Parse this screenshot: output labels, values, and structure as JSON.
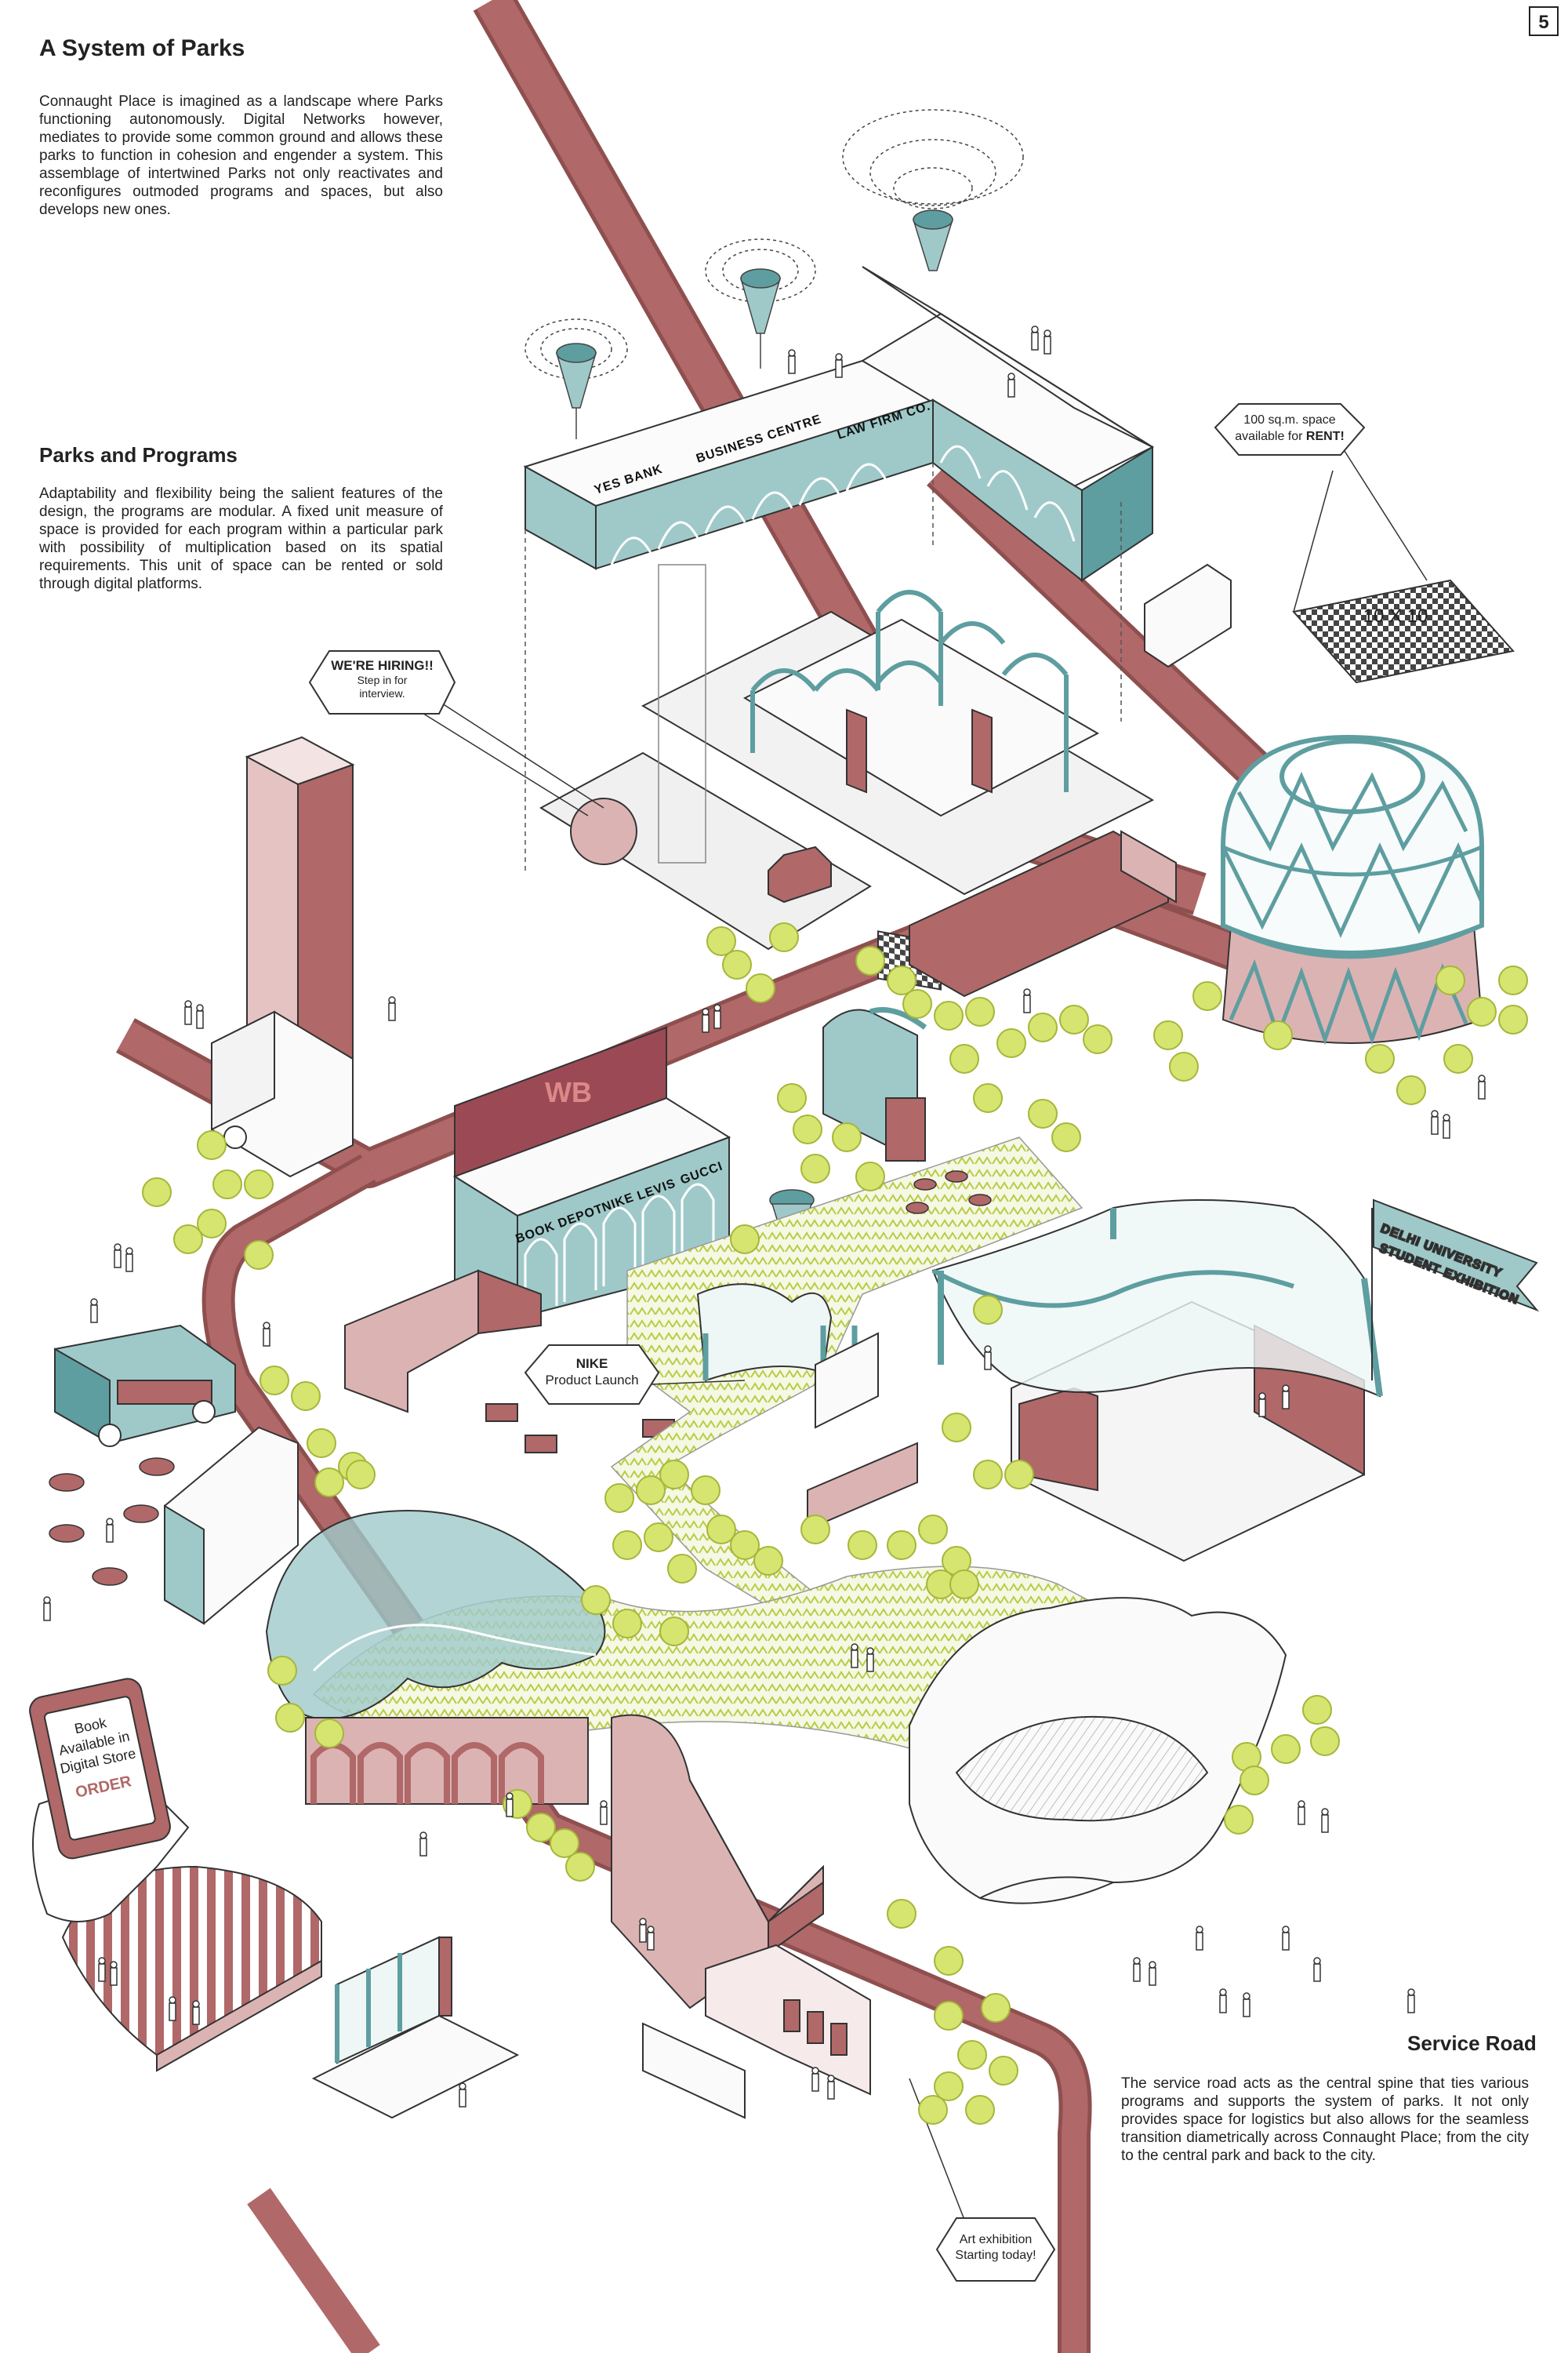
{
  "page_number": "5",
  "title": "A System of Parks",
  "intro": "Connaught Place is imagined as a landscape where Parks functioning autonomously. Digital Networks however, mediates to provide some common ground and allows these parks to function in cohesion and engender a system. This assemblage of intertwined Parks not only reactivates and reconfigures outmoded programs and spaces, but also develops new ones.",
  "parks_heading": "Parks and Programs",
  "parks_text": "Adaptability and flexibility being the salient features of the design, the programs are modular. A fixed unit measure of space is provided for each program within a particular park with possibility of multiplication based on its spatial requirements. This unit of space can be rented or sold through digital platforms.",
  "service_heading": "Service Road",
  "service_text": "The service road acts as the central spine that ties various programs and supports the system of parks. It not only provides space for logistics but also allows for the seamless transition diametrically across Connaught Place; from the city to the central park and back to the city.",
  "callouts": {
    "hiring_title": "WE'RE HIRING!!",
    "hiring_sub1": "Step in for",
    "hiring_sub2": "interview.",
    "rent_line1": "100 sq.m. space",
    "rent_line2": "available for",
    "rent_bold": "RENT!",
    "grid_label": "10 X 10",
    "nike_title": "NIKE",
    "nike_sub": "Product Launch",
    "art_line1": "Art exhibition",
    "art_line2": "Starting today!"
  },
  "signs": {
    "yes_bank": "YES BANK",
    "business_centre": "BUSINESS CENTRE",
    "law_firm": "LAW FIRM CO.",
    "book_depot": "BOOK DEPOT",
    "nike": "NIKE",
    "levis": "LEVIS",
    "gucci": "GUCCI",
    "wb": "WB",
    "flag_line1": "DELHI UNIVERSITY",
    "flag_line2": "STUDENT EXHIBITION"
  },
  "phone": {
    "line1": "Book",
    "line2": "Available in",
    "line3": "Digital Store",
    "order": "ORDER"
  },
  "colors": {
    "road": "#b06868",
    "road_dark": "#8e4f4f",
    "teal": "#5e9ea0",
    "teal_light": "#9fc9c9",
    "pink": "#dcb3b3",
    "green": "#d6e56f",
    "green_stroke": "#a6b63a"
  }
}
